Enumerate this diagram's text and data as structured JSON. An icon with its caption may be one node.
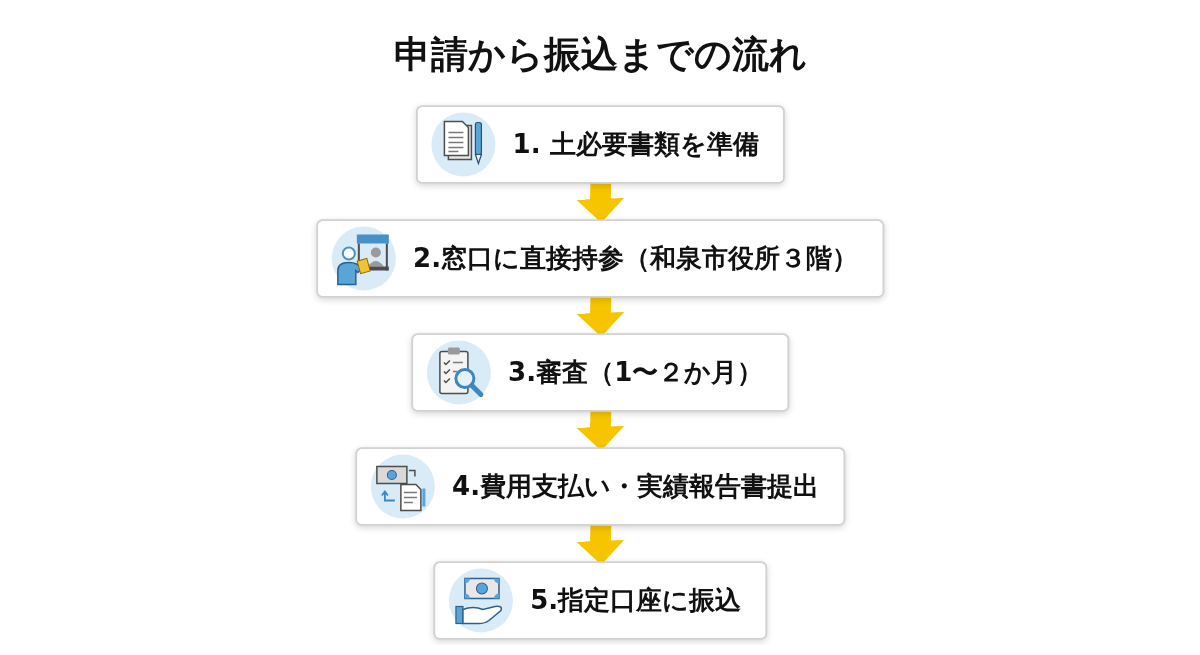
{
  "diagram": {
    "title": "申請から振込までの流れ",
    "nodes": [
      {
        "text": [
          "1. 土必要書類を準備"
        ]
      },
      {
        "text": [
          "2.窓口に直接持参（和泉市役所３階）"
        ]
      },
      {
        "text": [
          "3.審査（1〜２か月）"
        ]
      },
      {
        "text": [
          "4.費用支払い・実績報告書提出"
        ]
      },
      {
        "text": [
          "5.指定口座に振込"
        ]
      }
    ],
    "edges": [
      {
        "from": 0,
        "to": 1,
        "arrow": "to"
      },
      {
        "from": 1,
        "to": 2,
        "arrow": "to"
      },
      {
        "from": 2,
        "to": 3,
        "arrow": "to"
      },
      {
        "from": 3,
        "to": 4,
        "arrow": "to"
      }
    ]
  }
}
